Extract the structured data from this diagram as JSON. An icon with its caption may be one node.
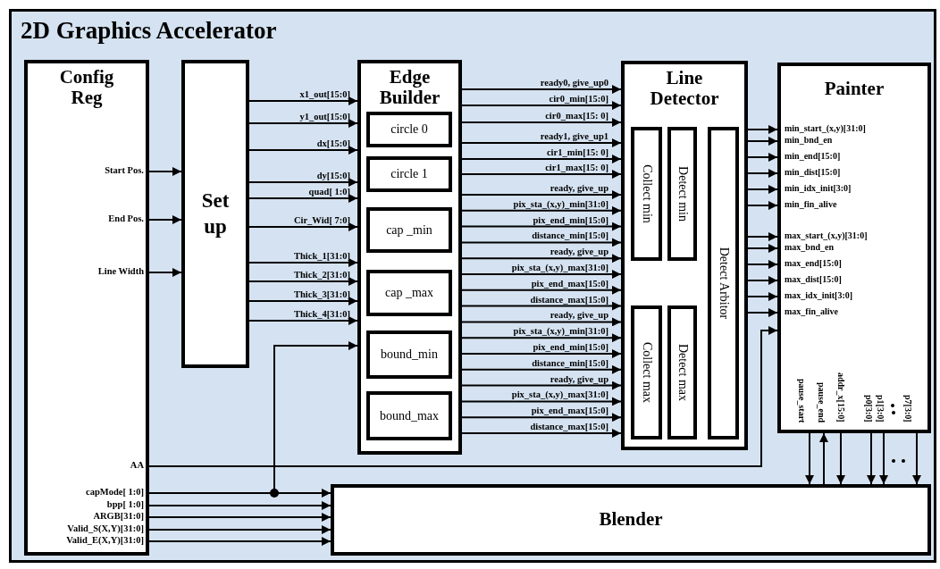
{
  "diagram": {
    "nodes": [
      {
        "text": [
          "2D Graphics Accelerator"
        ]
      },
      {
        "text": [
          "Config Reg"
        ],
        "in": 0
      },
      {
        "text": [
          "Set up"
        ],
        "in": 0
      },
      {
        "text": [
          "Edge Builder"
        ],
        "in": 0
      },
      {
        "text": [
          "circle 0"
        ],
        "in": 3
      },
      {
        "text": [
          "circle 1"
        ],
        "in": 3
      },
      {
        "text": [
          "cap _min"
        ],
        "in": 3
      },
      {
        "text": [
          "cap _max"
        ],
        "in": 3
      },
      {
        "text": [
          "bound_min"
        ],
        "in": 3
      },
      {
        "text": [
          "bound_max"
        ],
        "in": 3
      },
      {
        "text": [
          "Line Detector"
        ],
        "in": 0
      },
      {
        "text": [
          "Collect min"
        ],
        "in": 10
      },
      {
        "text": [
          "Detect min"
        ],
        "in": 10
      },
      {
        "text": [
          "Detect Arbitor"
        ],
        "in": 10
      },
      {
        "text": [
          "Collect max"
        ],
        "in": 10
      },
      {
        "text": [
          "Detect max"
        ],
        "in": 10
      },
      {
        "text": [
          "Painter"
        ],
        "in": 0
      },
      {
        "text": [
          "Blender"
        ],
        "in": 0
      }
    ],
    "edges": [
      {
        "from": 1,
        "to": 2,
        "arrow": "to",
        "label": "Start Pos."
      },
      {
        "from": 1,
        "to": 2,
        "arrow": "to",
        "label": "End Pos."
      },
      {
        "from": 1,
        "to": 2,
        "arrow": "to",
        "label": "Line Width"
      },
      {
        "from": 2,
        "to": 3,
        "arrow": "to",
        "label": "x1_out[15:0]"
      },
      {
        "from": 2,
        "to": 3,
        "arrow": "to",
        "label": "y1_out[15:0]"
      },
      {
        "from": 2,
        "to": 3,
        "arrow": "to",
        "label": "dx[15:0]"
      },
      {
        "from": 2,
        "to": 3,
        "arrow": "to",
        "label": "dy[15:0]"
      },
      {
        "from": 2,
        "to": 3,
        "arrow": "to",
        "label": "quad[ 1:0]"
      },
      {
        "from": 2,
        "to": 3,
        "arrow": "to",
        "label": "Cir_Wid[ 7:0]"
      },
      {
        "from": 2,
        "to": 3,
        "arrow": "to",
        "label": "Thick_1[31:0]"
      },
      {
        "from": 2,
        "to": 3,
        "arrow": "to",
        "label": "Thick_2[31:0]"
      },
      {
        "from": 2,
        "to": 3,
        "arrow": "to",
        "label": "Thick_3[31:0]"
      },
      {
        "from": 2,
        "to": 3,
        "arrow": "to",
        "label": "Thick_4[31:0]"
      },
      {
        "from": 1,
        "to": 16,
        "arrow": "to",
        "label": "AA"
      },
      {
        "from": 1,
        "to": 17,
        "arrow": "to",
        "label": "capMode[ 1:0]"
      },
      {
        "from": 1,
        "to": 3,
        "arrow": "to"
      },
      {
        "from": 1,
        "to": 17,
        "arrow": "to",
        "label": "bpp[ 1:0]"
      },
      {
        "from": 1,
        "to": 17,
        "arrow": "to",
        "label": "ARGB[31:0]"
      },
      {
        "from": 1,
        "to": 17,
        "arrow": "to",
        "label": "Valid_S(X,Y)[31:0]"
      },
      {
        "from": 1,
        "to": 17,
        "arrow": "to",
        "label": "Valid_E(X,Y)[31:0]"
      },
      {
        "from": 3,
        "to": 10,
        "arrow": "to",
        "label": "ready0, give_up0"
      },
      {
        "from": 3,
        "to": 10,
        "arrow": "to",
        "label": "cir0_min[15:0]"
      },
      {
        "from": 3,
        "to": 10,
        "arrow": "to",
        "label": "cir0_max[15: 0]"
      },
      {
        "from": 3,
        "to": 10,
        "arrow": "to",
        "label": "ready1, give_up1"
      },
      {
        "from": 3,
        "to": 10,
        "arrow": "to",
        "label": "cir1_min[15: 0]"
      },
      {
        "from": 3,
        "to": 10,
        "arrow": "to",
        "label": "cir1_max[15: 0]"
      },
      {
        "from": 3,
        "to": 10,
        "arrow": "to",
        "label": "ready, give_up"
      },
      {
        "from": 3,
        "to": 10,
        "arrow": "to",
        "label": "pix_sta_(x,y)_min[31:0]"
      },
      {
        "from": 3,
        "to": 10,
        "arrow": "to",
        "label": "pix_end_min[15:0]"
      },
      {
        "from": 3,
        "to": 10,
        "arrow": "to",
        "label": "distance_min[15:0]"
      },
      {
        "from": 3,
        "to": 10,
        "arrow": "to",
        "label": "ready, give_up"
      },
      {
        "from": 3,
        "to": 10,
        "arrow": "to",
        "label": "pix_sta_(x,y)_max[31:0]"
      },
      {
        "from": 3,
        "to": 10,
        "arrow": "to",
        "label": "pix_end_max[15:0]"
      },
      {
        "from": 3,
        "to": 10,
        "arrow": "to",
        "label": "distance_max[15:0]"
      },
      {
        "from": 3,
        "to": 10,
        "arrow": "to",
        "label": "ready, give_up"
      },
      {
        "from": 3,
        "to": 10,
        "arrow": "to",
        "label": "pix_sta_(x,y)_min[31:0]"
      },
      {
        "from": 3,
        "to": 10,
        "arrow": "to",
        "label": "pix_end_min[15:0]"
      },
      {
        "from": 3,
        "to": 10,
        "arrow": "to",
        "label": "distance_min[15:0]"
      },
      {
        "from": 3,
        "to": 10,
        "arrow": "to",
        "label": "ready, give_up"
      },
      {
        "from": 3,
        "to": 10,
        "arrow": "to",
        "label": "pix_sta_(x,y)_max[31:0]"
      },
      {
        "from": 3,
        "to": 10,
        "arrow": "to",
        "label": "pix_end_max[15:0]"
      },
      {
        "from": 3,
        "to": 10,
        "arrow": "to",
        "label": "distance_max[15:0]"
      },
      {
        "from": 10,
        "to": 16,
        "arrow": "to",
        "label": "min_start_(x,y)[31:0]"
      },
      {
        "from": 10,
        "to": 16,
        "arrow": "to",
        "label": "min_bnd_en"
      },
      {
        "from": 10,
        "to": 16,
        "arrow": "to",
        "label": "min_end[15:0]"
      },
      {
        "from": 10,
        "to": 16,
        "arrow": "to",
        "label": "min_dist[15:0]"
      },
      {
        "from": 10,
        "to": 16,
        "arrow": "to",
        "label": "min_idx_init[3:0]"
      },
      {
        "from": 10,
        "to": 16,
        "arrow": "to",
        "label": "min_fin_alive"
      },
      {
        "from": 10,
        "to": 16,
        "arrow": "to",
        "label": "max_start_(x,y)[31:0]"
      },
      {
        "from": 10,
        "to": 16,
        "arrow": "to",
        "label": "max_bnd_en"
      },
      {
        "from": 10,
        "to": 16,
        "arrow": "to",
        "label": "max_end[15:0]"
      },
      {
        "from": 10,
        "to": 16,
        "arrow": "to",
        "label": "max_dist[15:0]"
      },
      {
        "from": 10,
        "to": 16,
        "arrow": "to",
        "label": "max_idx_init[3:0]"
      },
      {
        "from": 10,
        "to": 16,
        "arrow": "to",
        "label": "max_fin_alive"
      },
      {
        "from": 16,
        "to": 17,
        "arrow": "to",
        "label": "pause_start"
      },
      {
        "from": 17,
        "to": 16,
        "arrow": "to",
        "label": "pause_end"
      },
      {
        "from": 16,
        "to": 17,
        "arrow": "to",
        "label": "addr_x[15:0]"
      },
      {
        "from": 16,
        "to": 17,
        "arrow": "to",
        "label": "p0[3:0]"
      },
      {
        "from": 16,
        "to": 17,
        "arrow": "to",
        "label": "p1[3:0]"
      },
      {
        "from": 16,
        "to": 17,
        "arrow": "to",
        "label": "p7[3:0]"
      }
    ]
  }
}
